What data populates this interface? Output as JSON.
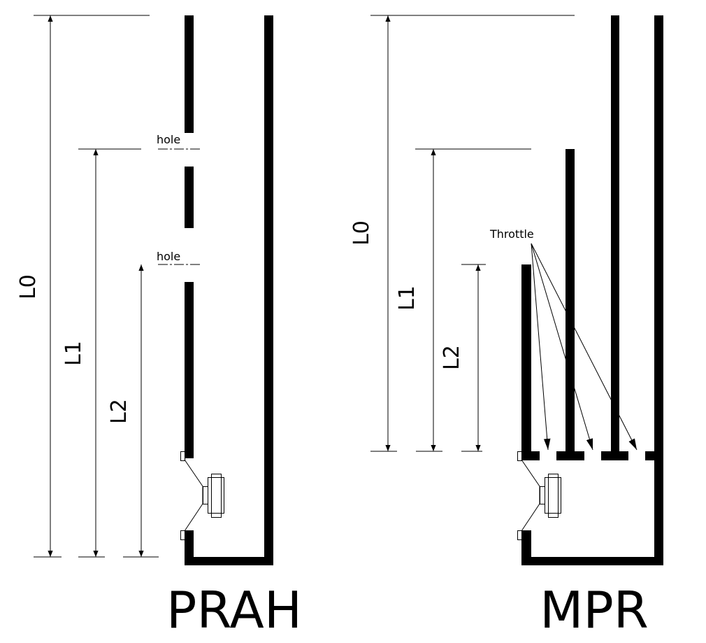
{
  "prah": {
    "title": "PRAH",
    "hole_label_1": "hole",
    "hole_label_2": "hole",
    "dims": {
      "l0": "L0",
      "l1": "L1",
      "l2": "L2"
    }
  },
  "mpr": {
    "title": "MPR",
    "throttle_label": "Throttle",
    "dims": {
      "l0": "L0",
      "l1": "L1",
      "l2": "L2"
    }
  }
}
